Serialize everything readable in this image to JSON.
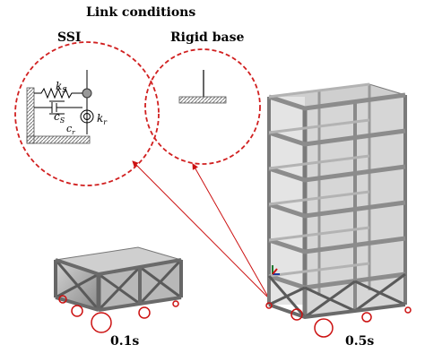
{
  "title": "Link conditions",
  "conditions": {
    "ssi_label": "SSI",
    "rigid_label": "Rigid base",
    "ssi_symbols": {
      "ks": "k",
      "ks_sub": "S",
      "cs": "c",
      "cs_sub": "S",
      "cr": "c",
      "cr_sub": "r",
      "kr": "k",
      "kr_sub": "r"
    }
  },
  "models": {
    "small_time": "0.1s",
    "large_time": "0.5s"
  },
  "colors": {
    "highlight_red": "#cc1111",
    "dashed_red": "#d12020",
    "steel": "#a8a8a8",
    "steel_dark": "#6c6c6c",
    "hatch": "#777777"
  },
  "icons": {
    "spring": "spring-icon",
    "damper": "damper-icon",
    "rotational_spring": "rotational-spring-icon"
  }
}
